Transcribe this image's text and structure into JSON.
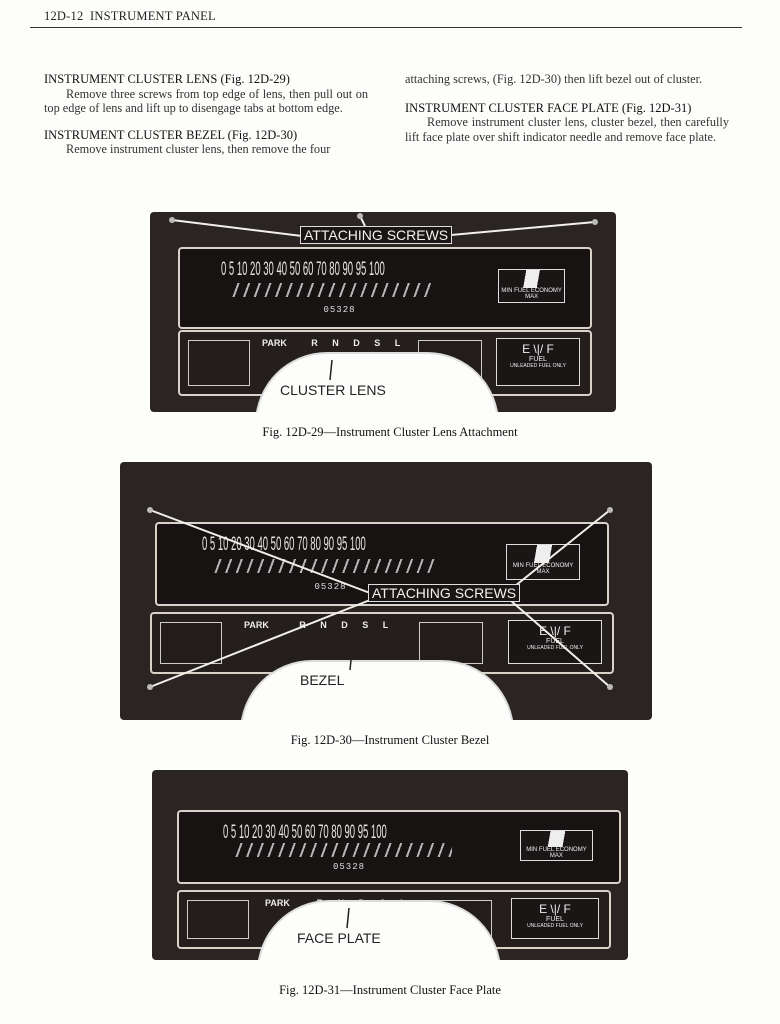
{
  "header": {
    "page": "12D-12",
    "section": "INSTRUMENT PANEL"
  },
  "left_col": {
    "h1": "INSTRUMENT CLUSTER LENS (Fig. 12D-29)",
    "p1": "Remove three screws from top edge of lens, then pull out on top edge of lens and lift up to disengage tabs at bottom edge.",
    "h2": "INSTRUMENT CLUSTER BEZEL (Fig. 12D-30)",
    "p2": "Remove instrument cluster lens, then remove the four"
  },
  "right_col": {
    "p0": "attaching screws, (Fig. 12D-30) then lift bezel out of cluster.",
    "h3": "INSTRUMENT CLUSTER FACE PLATE (Fig. 12D-31)",
    "p3": "Remove instrument cluster lens, cluster bezel, then carefully lift face plate over shift indicator needle and remove face plate."
  },
  "gauge_text": {
    "speedo": "0 5 10 20 30 40 50 60 70 80 90 95 100",
    "odometer": "05328",
    "park": "PARK",
    "gear": "R N D S L",
    "fuel_scale": "E \\|/ F",
    "fuel": "FUEL",
    "unleaded": "UNLEADED FUEL ONLY",
    "economy": "FUEL ECONOMY",
    "min": "MIN",
    "max": "MAX"
  },
  "figures": [
    {
      "callout": "ATTACHING SCREWS",
      "part": "CLUSTER LENS",
      "caption": "Fig. 12D-29—Instrument Cluster Lens Attachment"
    },
    {
      "callout": "ATTACHING SCREWS",
      "part": "BEZEL",
      "caption": "Fig. 12D-30—Instrument Cluster Bezel"
    },
    {
      "part": "FACE PLATE",
      "caption": "Fig. 12D-31—Instrument Cluster Face Plate"
    }
  ]
}
